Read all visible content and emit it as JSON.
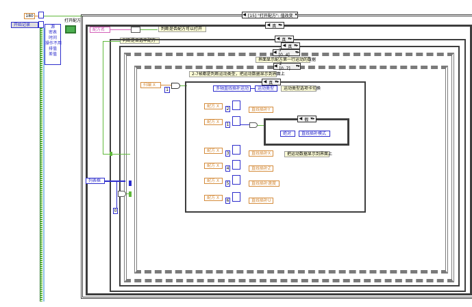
{
  "numeric_const": "180",
  "bool_label": "开始记录",
  "cluster_items": [
    "源",
    "密表",
    "时间",
    "操作不用",
    "排值",
    "差值"
  ],
  "open_config_label": "打开配方",
  "event_case": {
    "label": "[15] \"打开配方\": 值改变"
  },
  "case_true_1": "真",
  "case_true_2": "真",
  "case_true_3": "真",
  "seq_frame_1": "3 [0..4]",
  "seq_frame_2": "2 [0..7]",
  "local_config_name": "配方名",
  "local_config_name_short": "配方",
  "str_can_open": "判断是否配方可以打开",
  "str_choose": "判断是否选中配方",
  "str_display_first_row": "界面显示配方第一行运动的数据",
  "str_frame_note": "2-7帧都是判断运动类型，把运动数据显示到界面上",
  "local_scan": "扫编 X",
  "local_multi": "多轴直线插补运动",
  "local_motion_type": "运动类型",
  "str_motion_card": "运动类型选项卡切换",
  "local_x": "配方 X",
  "ind_1": "直线插补Y",
  "ind_2": "直线插补X",
  "ind_3": "直线插补Z",
  "ind_4": "直线插补速度",
  "ind_5": "直线插补U",
  "false_case": "假",
  "abs_label": "绝对",
  "mode_indicator": "直线插补模式",
  "str_show_ui": "把运动数据显示到界面上",
  "local_list": "列表框",
  "num_one": "1",
  "num_zero": "0",
  "idx_vals": [
    "2",
    "1",
    "3",
    "4",
    "5",
    "6"
  ]
}
